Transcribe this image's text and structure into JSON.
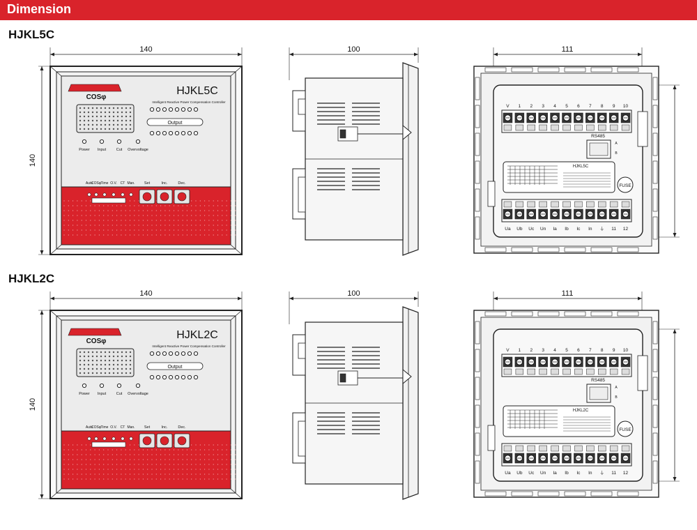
{
  "page": {
    "section_title": "Dimension"
  },
  "colors": {
    "brand_red": "#d9232b",
    "line": "#222222",
    "panel_bg": "#efefef"
  },
  "models": [
    {
      "heading": "HJKL5C",
      "front": {
        "width_dim": "140",
        "height_dim": "140",
        "model_label": "HJKL5C",
        "cos_label": "COSφ",
        "subtitle": "Intelligent Reactive Power Compensation Controller",
        "output_label": "Output",
        "leds": [
          "Power",
          "Input",
          "Cut",
          "Overvoltage"
        ],
        "modes": [
          "Auto",
          "COSφ",
          "Time",
          "O.V.",
          "CT",
          "Man."
        ],
        "buttons": [
          "Set",
          "Inc.",
          "Dec."
        ]
      },
      "side": {
        "width_dim": "100"
      },
      "rear": {
        "width_dim": "111",
        "top_terminals": [
          "V",
          "1",
          "2",
          "3",
          "4",
          "5",
          "6",
          "7",
          "8",
          "9",
          "10"
        ],
        "bottom_terminals": [
          "Ua",
          "Ub",
          "Uc",
          "Un",
          "Ia",
          "Ib",
          "Ic",
          "In",
          "⏚",
          "11",
          "12"
        ],
        "rs485": "RS485",
        "fuse": "FUSE",
        "diagram_label": "HJKL5C",
        "ab": [
          "A",
          "B"
        ]
      }
    },
    {
      "heading": "HJKL2C",
      "front": {
        "width_dim": "140",
        "height_dim": "140",
        "model_label": "HJKL2C",
        "cos_label": "COSφ",
        "subtitle": "Intelligent Reactive Power Compensation Controller",
        "output_label": "Output",
        "leds": [
          "Power",
          "Input",
          "Cut",
          "Overvoltage"
        ],
        "modes": [
          "Auto",
          "COSφ",
          "Time",
          "O.V.",
          "CT",
          "Man."
        ],
        "buttons": [
          "Set",
          "Inc.",
          "Dec."
        ]
      },
      "side": {
        "width_dim": "100"
      },
      "rear": {
        "width_dim": "111",
        "top_terminals": [
          "V",
          "1",
          "2",
          "3",
          "4",
          "5",
          "6",
          "7",
          "8",
          "9",
          "10"
        ],
        "bottom_terminals": [
          "Ua",
          "Ub",
          "Uc",
          "Un",
          "Ia",
          "Ib",
          "Ic",
          "In",
          "⏚",
          "11",
          "12"
        ],
        "rs485": "RS485",
        "fuse": "FUSE",
        "diagram_label": "HJKL2C",
        "ab": [
          "A",
          "B"
        ]
      }
    }
  ]
}
